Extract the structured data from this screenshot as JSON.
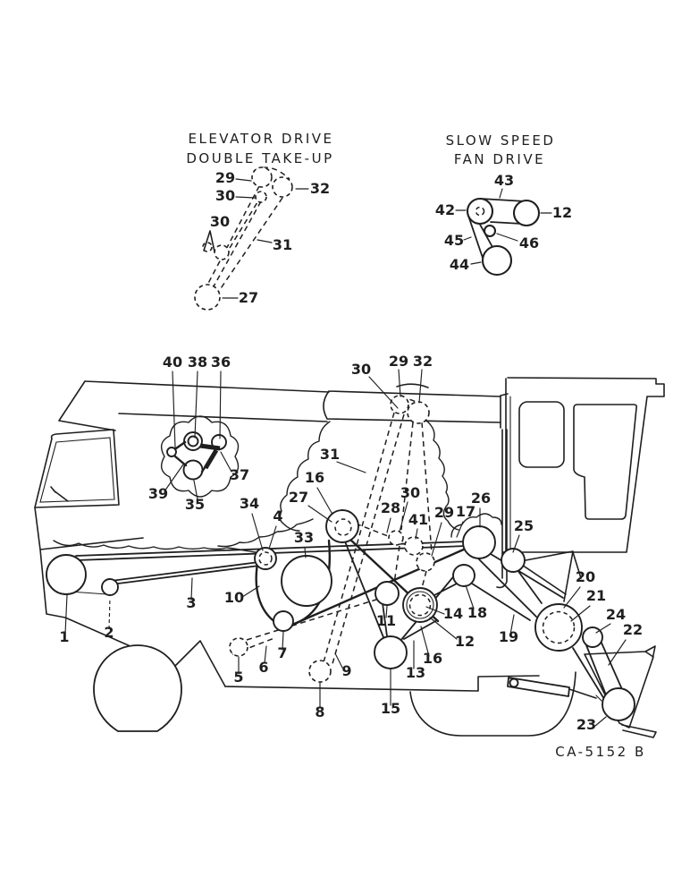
{
  "figure": {
    "code": "CA-5152 B"
  },
  "insets": {
    "elevator_drive": {
      "title_line1": "ELEVATOR DRIVE",
      "title_line2": "DOUBLE TAKE-UP",
      "callouts": [
        "29",
        "30",
        "30",
        "32",
        "31",
        "27"
      ]
    },
    "slow_speed_fan": {
      "title_line1": "SLOW SPEED",
      "title_line2": "FAN DRIVE",
      "callouts": [
        "43",
        "42",
        "12",
        "45",
        "46",
        "44"
      ]
    }
  },
  "main_diagram": {
    "callouts": [
      "40",
      "38",
      "36",
      "30",
      "29",
      "32",
      "31",
      "39",
      "35",
      "37",
      "16",
      "27",
      "34",
      "4",
      "33",
      "28",
      "30",
      "41",
      "29",
      "17",
      "26",
      "25",
      "18",
      "14",
      "12",
      "11",
      "16",
      "13",
      "15",
      "8",
      "9",
      "6",
      "7",
      "5",
      "10",
      "3",
      "2",
      "1",
      "20",
      "21",
      "24",
      "22",
      "23",
      "19"
    ]
  },
  "colors": {
    "ink": "#1f1f1f",
    "paper": "#ffffff"
  }
}
